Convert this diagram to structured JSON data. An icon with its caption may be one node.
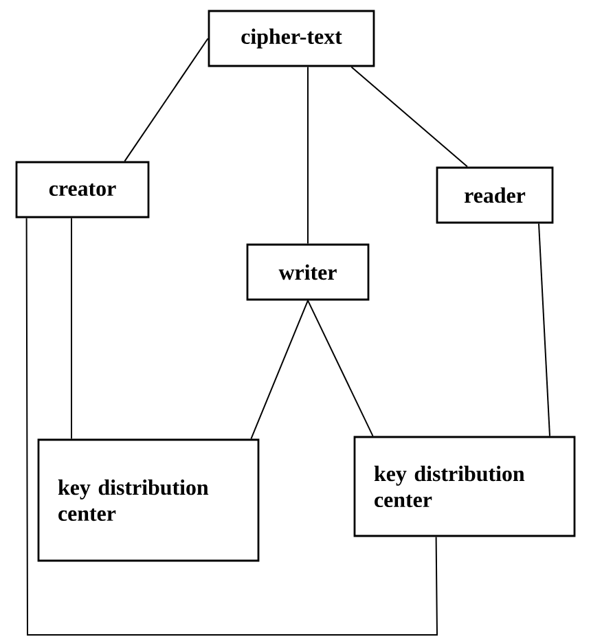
{
  "diagram": {
    "nodes": [
      {
        "text": [
          "cipher-text"
        ]
      },
      {
        "text": [
          "creator"
        ]
      },
      {
        "text": [
          "reader"
        ]
      },
      {
        "text": [
          "writer"
        ]
      },
      {
        "text": [
          "key distribution center"
        ]
      },
      {
        "text": [
          "key distribution center"
        ]
      }
    ],
    "edges": [
      {
        "from": 0,
        "to": 1,
        "arrow": "none"
      },
      {
        "from": 0,
        "to": 3,
        "arrow": "none"
      },
      {
        "from": 0,
        "to": 2,
        "arrow": "none"
      },
      {
        "from": 1,
        "to": 4,
        "arrow": "none"
      },
      {
        "from": 3,
        "to": 4,
        "arrow": "none"
      },
      {
        "from": 3,
        "to": 5,
        "arrow": "none"
      },
      {
        "from": 2,
        "to": 5,
        "arrow": "none"
      },
      {
        "from": 1,
        "to": 5,
        "arrow": "none"
      }
    ]
  }
}
